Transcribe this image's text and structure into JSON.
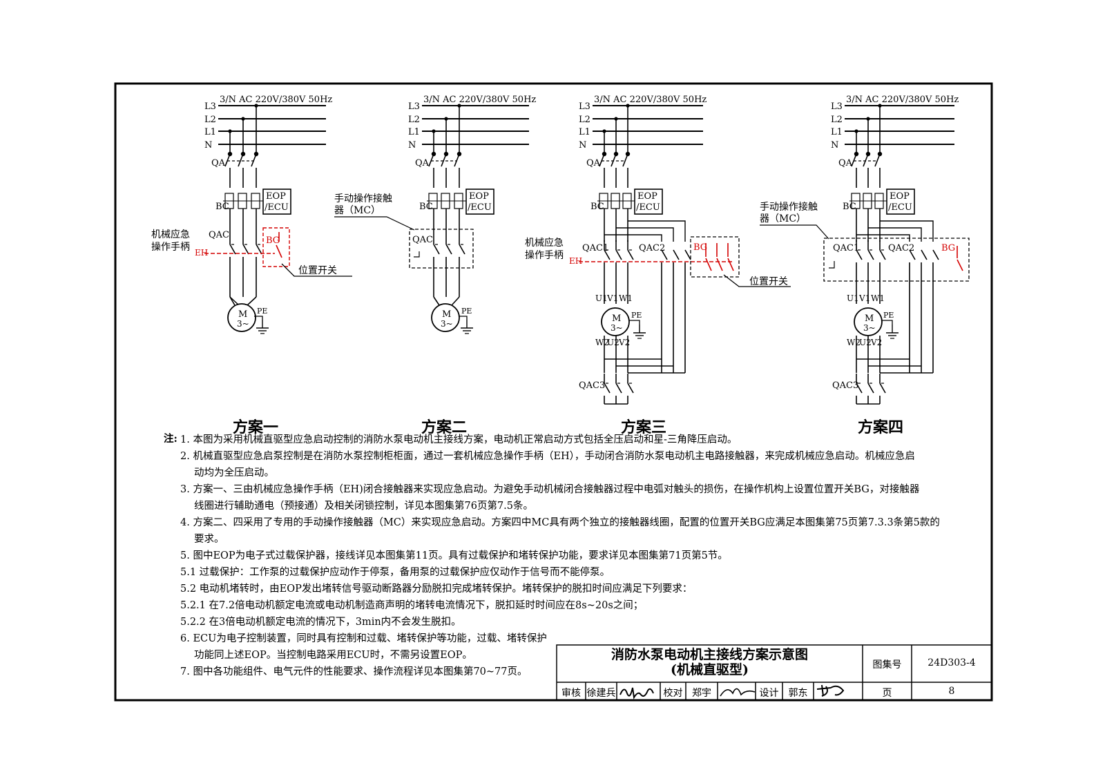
{
  "bus": {
    "supply": "3/N AC 220V/380V 50Hz",
    "lines": [
      "L3",
      "L2",
      "L1",
      "N"
    ]
  },
  "labels": {
    "qa": "QA",
    "bc": "BC",
    "eop_top": "EOP",
    "eop_bottom": "/ECU",
    "qac": "QAC",
    "qac1": "QAC1",
    "qac2": "QAC2",
    "qac3": "QAC3",
    "bg": "BG",
    "eh": "EH",
    "motor": "M",
    "three_phase": "3~",
    "pe": "PE",
    "u1": "U1",
    "v1": "V1",
    "w1": "W1",
    "w2": "W2",
    "u2": "U2",
    "v2": "V2",
    "mech_handle_1": "机械应急",
    "mech_handle_2": "操作手柄",
    "position_switch": "位置开关",
    "manual_contactor_1": "手动操作接触",
    "manual_contactor_2": "器（MC）"
  },
  "schemes": [
    "方案一",
    "方案二",
    "方案三",
    "方案四"
  ],
  "notes": {
    "heading": "注:",
    "items": [
      "1. 本图为采用机械直驱型应急启动控制的消防水泵电动机主接线方案，电动机正常启动方式包括全压启动和星-三角降压启动。",
      "2. 机械直驱型应急启泵控制是在消防水泵控制柜柜面，通过一套机械应急操作手柄（EH），手动闭合消防水泵电动机主电路接触器，来完成机械应急启动。机械应急启",
      "动均为全压启动。",
      "3. 方案一、三由机械应急操作手柄（EH)闭合接触器来实现应急启动。为避免手动机械闭合接触器过程中电弧对触头的损伤，在操作机构上设置位置开关BG，对接触器",
      "线圈进行辅助通电（预接通）及相关闭锁控制，详见本图集第76页第7.5条。",
      "4. 方案二、四采用了专用的手动操作接触器（MC）来实现应急启动。方案四中MC具有两个独立的接触器线圈，配置的位置开关BG应满足本图集第75页第7.3.3条第5款的",
      "要求。",
      "5. 图中EOP为电子式过载保护器，接线详见本图集第11页。具有过载保护和堵转保护功能，要求详见本图集第71页第5节。",
      "5.1 过载保护：工作泵的过载保护应动作于停泵，备用泵的过载保护应仅动作于信号而不能停泵。",
      "5.2 电动机堵转时，由EOP发出堵转信号驱动断路器分励脱扣完成堵转保护。堵转保护的脱扣时间应满足下列要求：",
      "5.2.1 在7.2倍电动机额定电流或电动机制造商声明的堵转电流情况下，脱扣延时时间应在8s~20s之间；",
      "5.2.2 在3倍电动机额定电流的情况下，3min内不会发生脱扣。",
      "6. ECU为电子控制装置，同时具有控制和过载、堵转保护等功能，过载、堵转保护",
      "功能同上述EOP。当控制电路采用ECU时，不需另设置EOP。",
      "7. 图中各功能组件、电气元件的性能要求、操作流程详见本图集第70~77页。"
    ]
  },
  "title_block": {
    "title_line1": "消防水泵电动机主接线方案示意图",
    "title_line2": "(机械直驱型)",
    "atlas_label": "图集号",
    "atlas_no": "24D303-4",
    "page_label": "页",
    "page_no": "8",
    "review_label": "审核",
    "review_name": "徐建兵",
    "check_label": "校对",
    "check_name": "郑宇",
    "design_label": "设计",
    "design_name": "郭东"
  },
  "colors": {
    "line": "#000000",
    "accent": "#d40000"
  }
}
